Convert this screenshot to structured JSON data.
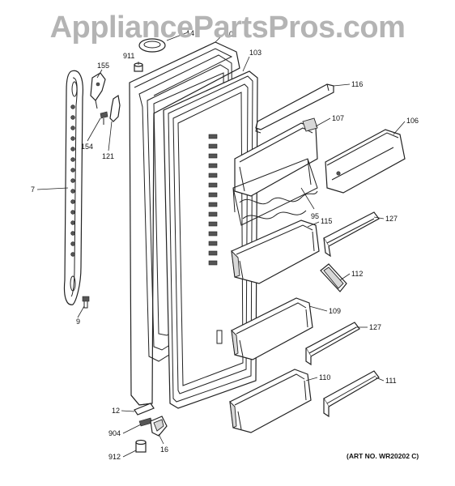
{
  "watermark": "AppliancePartsPros.com",
  "art_number": "(ART NO. WR20202 C)",
  "callouts": {
    "c14": "14",
    "c10": "10",
    "c911": "911",
    "c103": "103",
    "c155": "155",
    "c116": "116",
    "c107": "107",
    "c106": "106",
    "c154": "154",
    "c121": "121",
    "c7": "7",
    "c95": "95",
    "c115": "115",
    "c127a": "127",
    "c112": "112",
    "c9": "9",
    "c109": "109",
    "c127b": "127",
    "c110": "110",
    "c111": "111",
    "c12": "12",
    "c904": "904",
    "c16": "16",
    "c912": "912"
  }
}
